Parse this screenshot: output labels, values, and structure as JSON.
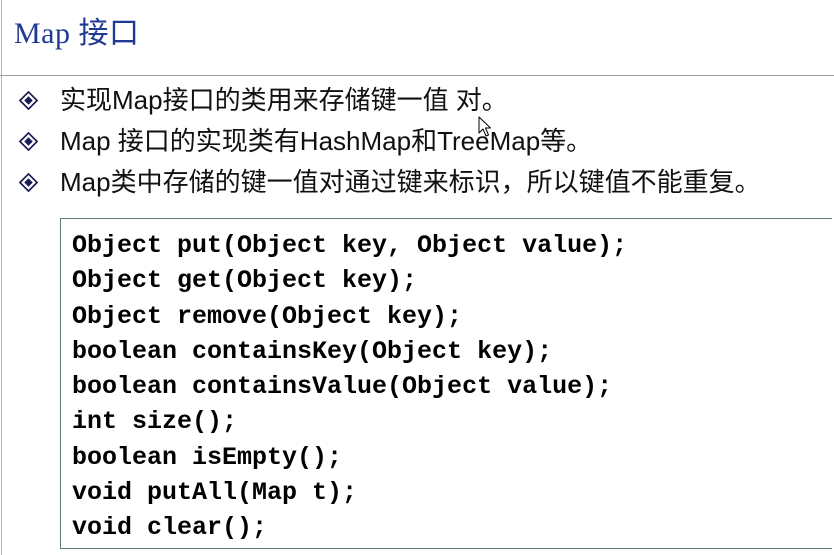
{
  "slide": {
    "title": "Map 接口",
    "bullets": [
      {
        "icon": "diamond-bullet-icon",
        "text": "实现Map接口的类用来存储键一值 对。"
      },
      {
        "icon": "diamond-bullet-icon",
        "text": "Map 接口的实现类有HashMap和TreeMap等。"
      },
      {
        "icon": "diamond-bullet-icon",
        "text": "Map类中存储的键一值对通过键来标识，所以键值不能重复。"
      }
    ],
    "code_lines": [
      "Object put(Object key, Object value);",
      "Object get(Object key);",
      "Object remove(Object key);",
      "boolean containsKey(Object key);",
      "boolean containsValue(Object value);",
      "int size();",
      "boolean isEmpty();",
      "void putAll(Map t);",
      "void clear();"
    ],
    "cursor_icon": "mouse-pointer-icon",
    "colors": {
      "title": "#1f3a93",
      "bullet": "#1b1b55",
      "divider": "#a0a0a0",
      "code_border": "#5b7a78"
    }
  }
}
